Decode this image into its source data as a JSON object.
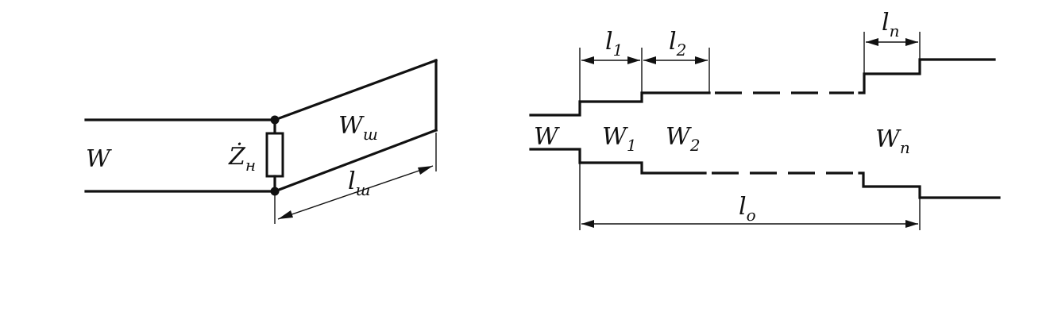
{
  "left_diagram": {
    "line_label": "W",
    "load_label": "Ż",
    "load_sub": "н",
    "stub_label": "W",
    "stub_sub": "ш",
    "stub_length_label": "l",
    "stub_length_sub": "ш"
  },
  "right_diagram": {
    "line_label": "W",
    "sections": [
      {
        "label": "W",
        "sub": "1",
        "length": "l",
        "length_sub": "1"
      },
      {
        "label": "W",
        "sub": "2",
        "length": "l",
        "length_sub": "2"
      },
      {
        "label": "W",
        "sub": "п",
        "length": "l",
        "length_sub": "п"
      }
    ],
    "total_length_label": "l",
    "total_length_sub": "o"
  }
}
